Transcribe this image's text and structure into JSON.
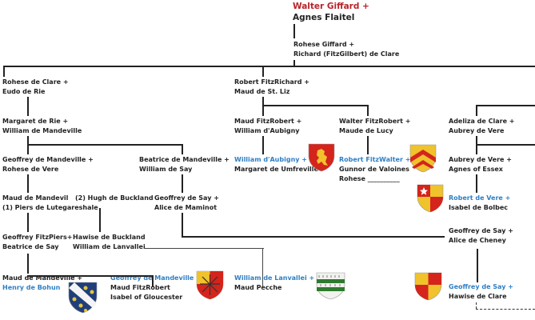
{
  "root": {
    "line1": "Walter Giffard +",
    "line2": "Agnes Flaitel"
  },
  "nodes": {
    "rohese_giffard": [
      "Rohese Giffard +",
      "Richard (FitzGilbert) de Clare"
    ],
    "rohese_clare": [
      "Rohese de Clare +",
      "Eudo de Rie"
    ],
    "robert_fitzrichard": [
      "Robert FitzRichard +",
      "Maud de St. Liz"
    ],
    "margaret_rie": [
      "Margaret de Rie +",
      "William de Mandeville"
    ],
    "maud_fitzrobert": [
      "Maud FitzRobert +",
      "William d'Aubigny"
    ],
    "walter_fitzrobert": [
      "Walter FitzRobert +",
      "Maude de Lucy"
    ],
    "adeliza": [
      "Adeliza de Clare +",
      "Aubrey de Vere"
    ],
    "geoffrey_mand": [
      "Geoffrey de Mandeville +",
      "Rohese de Vere"
    ],
    "beatrice_mand": [
      "Beatrice de Mandeville +",
      "William de Say"
    ],
    "william_aubigny": [
      "William d'Aubigny +",
      "Margaret de Umfreville"
    ],
    "robert_fitzwalter": [
      "Robert FitzWalter +",
      "Gunnor de Valoines",
      "Rohese __________"
    ],
    "aubrey_vere": [
      "Aubrey de Vere +",
      "Agnes of Essex"
    ],
    "maud_mandevil": [
      "Maud de Mandevil",
      "(1) Piers de Lutegareshale"
    ],
    "hugh_buckland": [
      "(2) Hugh de Buckland"
    ],
    "geoffrey_say1": [
      "Geoffrey de Say +",
      "Alice de Maminot"
    ],
    "robert_vere": [
      "Robert de Vere +",
      "Isabel de Bolbec"
    ],
    "geoffrey_fitzpiers": [
      "Geoffrey FitzPiers+",
      "Beatrice de Say"
    ],
    "hawise_buckland": [
      "Hawise de Buckland",
      "William de Lanvallei"
    ],
    "geoffrey_say2": [
      "Geoffrey de Say +",
      "Alice de Cheney"
    ],
    "maud_mandeville": [
      "Maud de Mandeville +",
      "Henry de Bohun"
    ],
    "geoffrey_mand2": [
      "Geoffrey de Mandeville",
      "Maud FitzRobert",
      "Isabel of Gloucester"
    ],
    "william_lanvallei": [
      "William de Lanvallei +",
      "Maud Pecche"
    ],
    "geoffrey_say3": [
      "Geoffrey de Say +",
      "Hawise de Clare"
    ]
  },
  "colors": {
    "link": "#2f7fc4",
    "root": "#b8232a",
    "line": "#222222"
  },
  "shields": [
    "aubigny-lion",
    "fitzwalter-chevrons",
    "vere-quartered-star",
    "bohun-bend",
    "mandeville-escarbuncle",
    "lanvallei-bars",
    "say-quartered"
  ]
}
